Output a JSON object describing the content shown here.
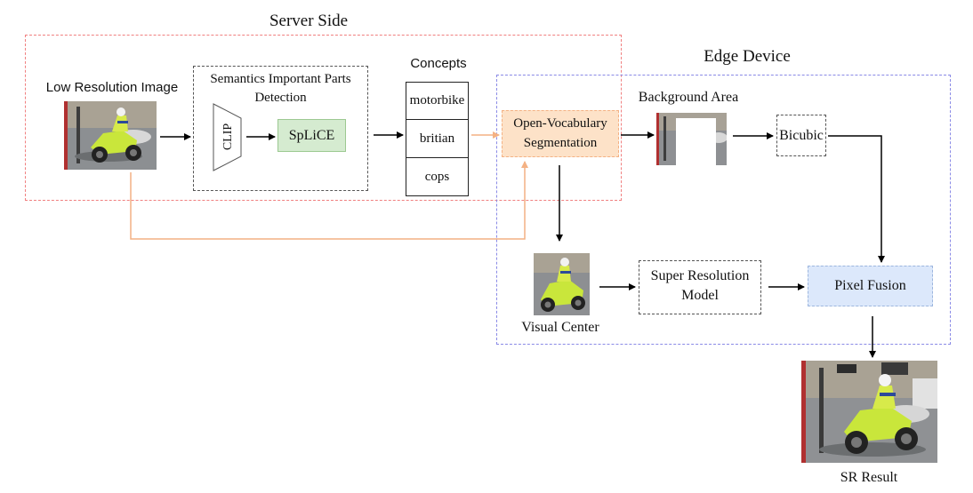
{
  "regions": {
    "server_side": "Server Side",
    "edge_device": "Edge Device"
  },
  "nodes": {
    "low_res_image_label": "Low Resolution Image",
    "semantics_title_line1": "Semantics Important Parts",
    "semantics_title_line2": "Detection",
    "clip": "CLIP",
    "splice": "SpLiCE",
    "concepts_title": "Concepts",
    "concepts": [
      "motorbike",
      "britian",
      "cops"
    ],
    "ovs_line1": "Open-Vocabulary",
    "ovs_line2": "Segmentation",
    "background_area": "Background Area",
    "bicubic": "Bicubic",
    "visual_center": "Visual Center",
    "sr_model_line1": "Super Resolution",
    "sr_model_line2": "Model",
    "pixel_fusion": "Pixel Fusion",
    "sr_result": "SR Result"
  },
  "colors": {
    "server_border": "#f08080",
    "edge_border": "#8a8ae6",
    "splice_fill": "#d5ebd0",
    "ovs_fill": "#fde2c8",
    "ovs_border": "#f4b183",
    "pixel_fusion_fill": "#dce8fb",
    "orange_arrow": "#f4b183"
  }
}
